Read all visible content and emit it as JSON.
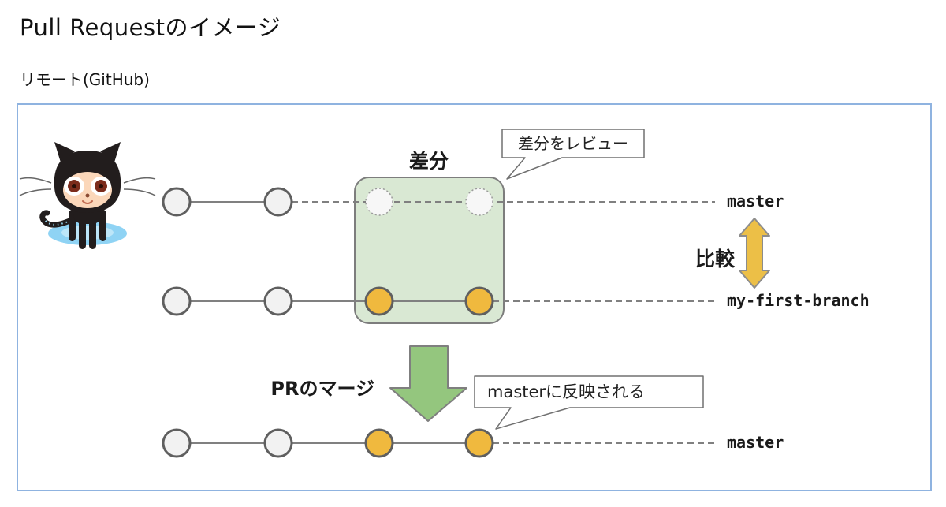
{
  "page": {
    "title": "Pull Requestのイメージ",
    "section_label": "リモート(GitHub)"
  },
  "diagram": {
    "mascot": "github-octocat",
    "diff_box_label": "差分",
    "review_bubble_text": "差分をレビュー",
    "compare_label": "比較",
    "merge_label": "PRのマージ",
    "merge_bubble_text": "masterに反映される",
    "rows": [
      {
        "label": "master",
        "commits": [
          "existing",
          "existing",
          "diff-placeholder",
          "diff-placeholder"
        ]
      },
      {
        "label": "my-first-branch",
        "commits": [
          "existing",
          "existing",
          "new",
          "new"
        ]
      },
      {
        "label": "master",
        "commits": [
          "existing",
          "existing",
          "new",
          "new"
        ]
      }
    ],
    "colors": {
      "frame_border": "#8fb3e0",
      "commit_existing_fill": "#f2f2f2",
      "commit_new_fill": "#f0b93e",
      "commit_stroke": "#5f5f5f",
      "line_gray": "#808080",
      "diff_box_fill": "#d9e8d3",
      "diff_box_stroke": "#7d7d7d",
      "compare_arrow_fill": "#ecbf47",
      "merge_arrow_fill": "#94c67e",
      "bubble_stroke": "#707070"
    }
  }
}
